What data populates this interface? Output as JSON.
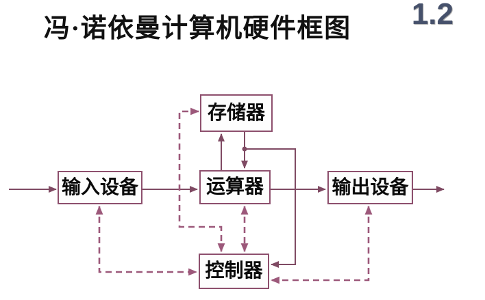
{
  "header": {
    "title": "冯·诺依曼计算机硬件框图",
    "page_number": "1.2"
  },
  "diagram": {
    "boxes": {
      "memory": {
        "label": "存储器"
      },
      "input": {
        "label": "输入设备"
      },
      "alu": {
        "label": "运算器"
      },
      "output": {
        "label": "输出设备"
      },
      "controller": {
        "label": "控制器"
      }
    },
    "connections": [
      {
        "from": "external",
        "to": "input",
        "style": "solid",
        "direction": "one-way"
      },
      {
        "from": "input",
        "to": "alu",
        "style": "solid",
        "direction": "one-way"
      },
      {
        "from": "alu",
        "to": "memory",
        "style": "solid",
        "direction": "one-way"
      },
      {
        "from": "memory",
        "to": "alu",
        "style": "solid",
        "direction": "one-way"
      },
      {
        "from": "memory",
        "to": "controller",
        "style": "solid",
        "direction": "one-way"
      },
      {
        "from": "alu",
        "to": "output",
        "style": "solid",
        "direction": "one-way"
      },
      {
        "from": "output",
        "to": "external",
        "style": "solid",
        "direction": "one-way"
      },
      {
        "from": "controller",
        "to": "memory",
        "style": "dashed",
        "direction": "two-way"
      },
      {
        "from": "controller",
        "to": "alu",
        "style": "dashed",
        "direction": "two-way"
      },
      {
        "from": "controller",
        "to": "input",
        "style": "dashed",
        "direction": "two-way"
      },
      {
        "from": "controller",
        "to": "output",
        "style": "dashed",
        "direction": "two-way"
      }
    ]
  },
  "colors": {
    "solid_line": "#7f4a63",
    "dashed_line": "#9c587a",
    "box_border": "#8d4f6d",
    "box_fill": "#fdfdfd",
    "title_text": "#111111",
    "page_number": "#46516b",
    "background": "#ffffff"
  }
}
